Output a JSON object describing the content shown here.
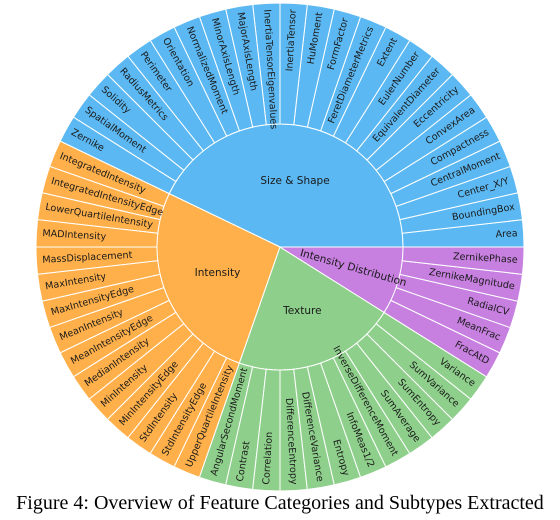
{
  "chart_data": {
    "type": "sunburst",
    "categories": [
      {
        "name": "Size & Shape",
        "color": "#5bb8f2",
        "children": [
          "Area",
          "BoundingBox",
          "Center_X/Y",
          "CentralMoment",
          "Compactness",
          "ConvexArea",
          "Eccentricity",
          "EquivalentDiameter",
          "EulerNumber",
          "Extent",
          "FeretDiameterMetrics",
          "FormFactor",
          "HuMoment",
          "InertiaTensor",
          "InertiaTensorEigenvalues",
          "MajorAxisLength",
          "MinorAxisLength",
          "NormalizedMoment",
          "Orientation",
          "Perimeter",
          "RadiusMetrics",
          "Solidity",
          "SpatialMoment",
          "Zernike"
        ]
      },
      {
        "name": "Intensity",
        "color": "#ffb04a",
        "children": [
          "IntegratedIntensity",
          "IntegratedIntensityEdge",
          "LowerQuartileIntensity",
          "MADIntensity",
          "MassDisplacement",
          "MaxIntensity",
          "MaxIntensityEdge",
          "MeanIntensity",
          "MeanIntensityEdge",
          "MedianIntensity",
          "MinIntensity",
          "MinIntensityEdge",
          "StdIntensity",
          "StdIntensityEdge",
          "UpperQuartileIntensity"
        ]
      },
      {
        "name": "Texture",
        "color": "#8ed08b",
        "children": [
          "AngularSecondMoment",
          "Contrast",
          "Correlation",
          "DifferenceEntropy",
          "DifferenceVariance",
          "Entropy",
          "InfoMeas1/2",
          "InverseDifferenceMoment",
          "SumAverage",
          "SumEntropy",
          "SumVariance",
          "Variance"
        ]
      },
      {
        "name": "Intensity Distribution",
        "color": "#c77fe0",
        "children": [
          "FracAtD",
          "MeanFrac",
          "RadialCV",
          "ZernikeMagnitude",
          "ZernikePhase"
        ]
      }
    ]
  },
  "caption": "Figure 4: Overview of Feature Categories and Subtypes Extracted"
}
